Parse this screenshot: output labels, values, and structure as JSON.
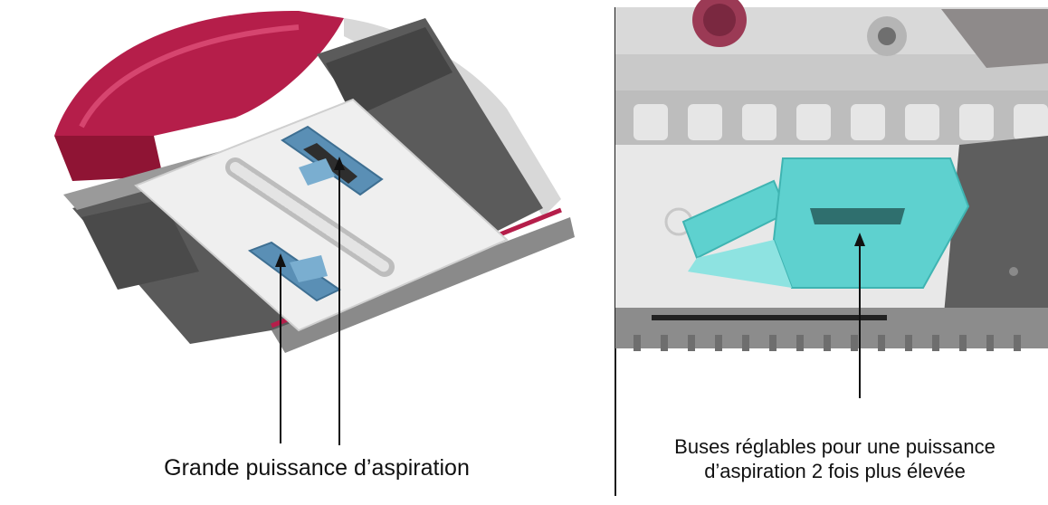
{
  "left_caption": "Grande puissance d’aspiration",
  "right_caption": {
    "line1": "Buses réglables pour une puissance",
    "line2": "d’aspiration 2 fois plus élevée"
  },
  "colors": {
    "robot_body_red": "#b51e4a",
    "track_gray": "#5a5a5a",
    "plate_white": "#eeeeee",
    "nozzle_blue": "#5a8fb5",
    "nozzle_teal": "#5ed1cf",
    "arrow_black": "#111111"
  },
  "icons": [
    "pool-robot-underside-image",
    "nozzle-closeup-image",
    "arrow-up-icon"
  ]
}
